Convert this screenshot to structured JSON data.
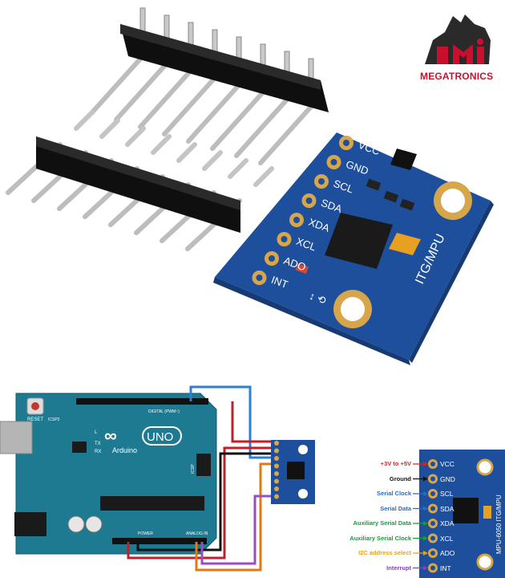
{
  "brand": {
    "logo_text": "MEGATRONICS"
  },
  "module_photo": {
    "pins": [
      "VCC",
      "GND",
      "SCL",
      "SDA",
      "XDA",
      "XCL",
      "ADO",
      "INT"
    ],
    "board_label": "ITG/MPU"
  },
  "arduino": {
    "brand": "Arduino",
    "model": "UNO",
    "reset_label": "RESET",
    "icsp_label": "ICSP2",
    "icsp_label2": "ICSP",
    "header_digital": "DIGITAL (PWM~)",
    "header_power": "POWER",
    "header_analog": "ANALOG IN",
    "led_l": "L",
    "led_tx": "TX",
    "led_rx": "RX"
  },
  "pinout": {
    "board_label": "MPU-6050 ITG/MPU",
    "rows": [
      {
        "pin": "VCC",
        "desc": "+3V to +5V",
        "color": "#e0201e"
      },
      {
        "pin": "GND",
        "desc": "Ground",
        "color": "#111111"
      },
      {
        "pin": "SCL",
        "desc": "Serial Clock",
        "color": "#1f6fc4"
      },
      {
        "pin": "SDA",
        "desc": "Serial Data",
        "color": "#1f6fc4"
      },
      {
        "pin": "XDA",
        "desc": "Auxiliary Serial Data",
        "color": "#1a9a3a"
      },
      {
        "pin": "XCL",
        "desc": "Auxiliary Serial Clock",
        "color": "#1a9a3a"
      },
      {
        "pin": "ADO",
        "desc": "I2C address select",
        "color": "#e8a317"
      },
      {
        "pin": "INT",
        "desc": "Interrupt",
        "color": "#8a3cc9"
      }
    ]
  }
}
